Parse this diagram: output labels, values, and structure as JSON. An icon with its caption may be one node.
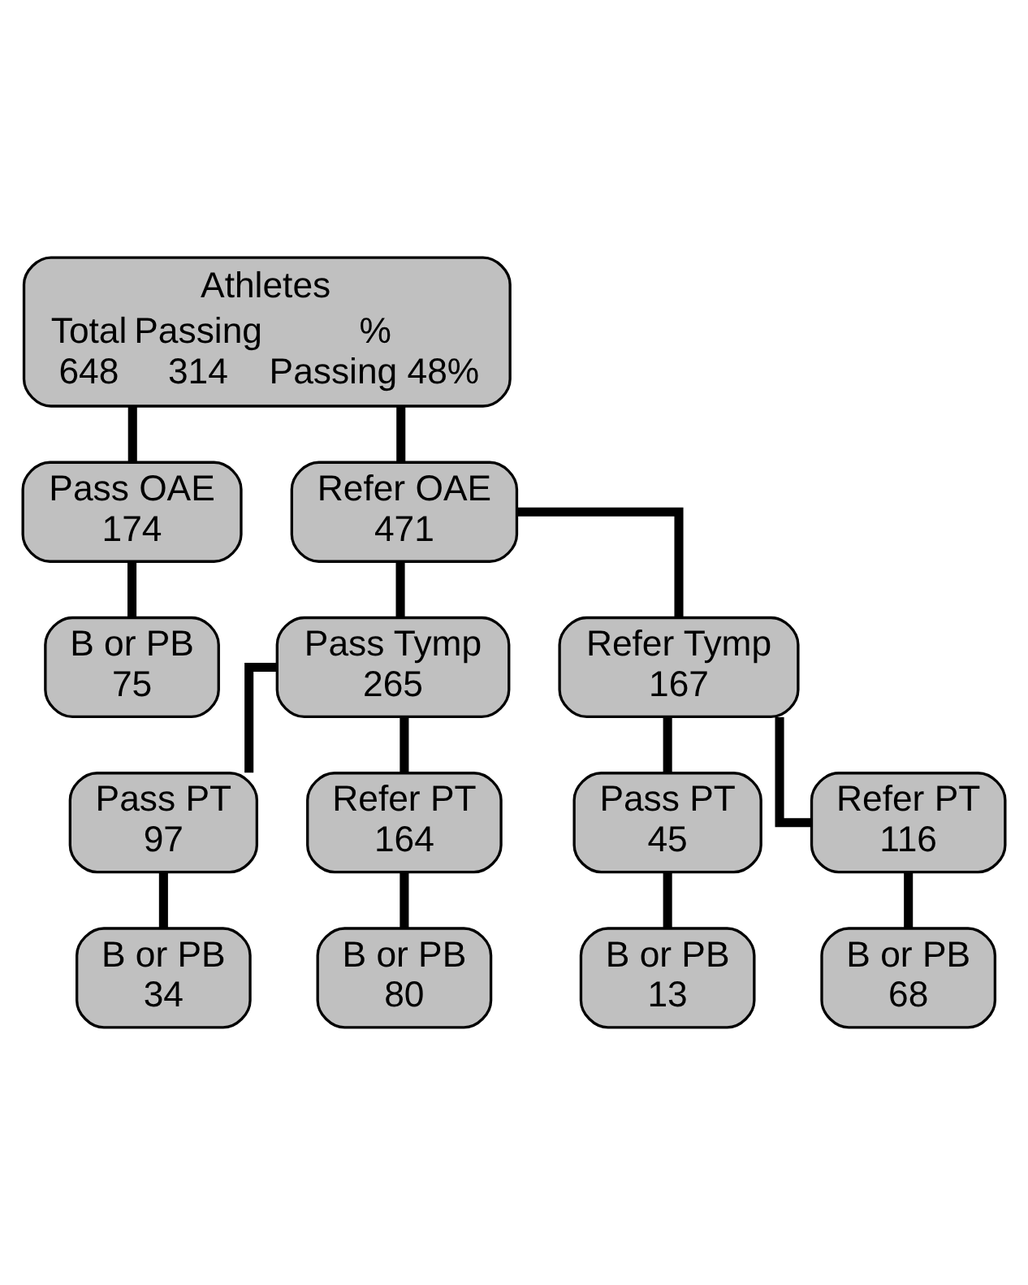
{
  "diagram": {
    "nodes": [
      {
        "text": [
          "Athletes",
          "Total 648",
          "Passing 314",
          "% Passing 48%"
        ]
      },
      {
        "text": [
          "Pass OAE",
          "174"
        ]
      },
      {
        "text": [
          "Refer OAE",
          "471"
        ]
      },
      {
        "text": [
          "B or PB",
          "75"
        ]
      },
      {
        "text": [
          "Pass Tymp",
          "265"
        ]
      },
      {
        "text": [
          "Refer Tymp",
          "167"
        ]
      },
      {
        "text": [
          "Pass PT",
          "97"
        ]
      },
      {
        "text": [
          "B or PB",
          "34"
        ]
      },
      {
        "text": [
          "Pass PT",
          "45"
        ]
      },
      {
        "text": [
          "B or PB",
          "13"
        ]
      },
      {
        "text": [
          "Refer PT",
          "116"
        ]
      },
      {
        "text": [
          "B or PB",
          "68"
        ]
      },
      {
        "text": [
          "Refer PT",
          "164"
        ]
      },
      {
        "text": [
          "B or PB",
          "80"
        ]
      }
    ],
    "edges": [
      {
        "from": 0,
        "to": 1,
        "arrow": "none"
      },
      {
        "from": 0,
        "to": 2,
        "arrow": "none"
      },
      {
        "from": 1,
        "to": 3,
        "arrow": "none"
      },
      {
        "from": 2,
        "to": 4,
        "arrow": "none"
      },
      {
        "from": 2,
        "to": 5,
        "arrow": "none"
      },
      {
        "from": 4,
        "to": 6,
        "arrow": "none"
      },
      {
        "from": 4,
        "to": 12,
        "arrow": "none"
      },
      {
        "from": 6,
        "to": 7,
        "arrow": "none"
      },
      {
        "from": 5,
        "to": 8,
        "arrow": "none"
      },
      {
        "from": 5,
        "to": 10,
        "arrow": "none"
      },
      {
        "from": 8,
        "to": 9,
        "arrow": "none"
      },
      {
        "from": 10,
        "to": 11,
        "arrow": "none"
      },
      {
        "from": 12,
        "to": 13,
        "arrow": "none"
      }
    ]
  }
}
